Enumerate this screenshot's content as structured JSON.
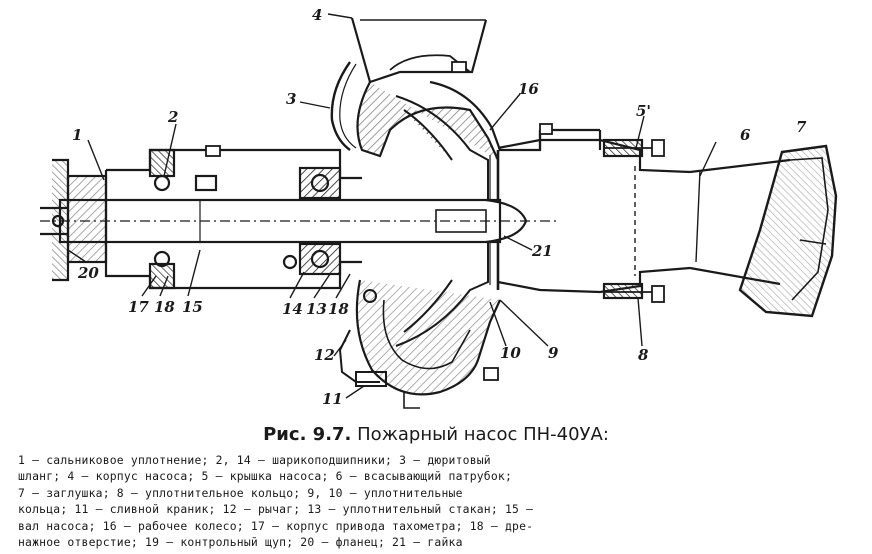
{
  "caption": {
    "fig_no": "Рис. 9.7.",
    "title": "Пожарный насос ПН-40УА:"
  },
  "legend_lines": [
    "1 — сальниковое уплотнение; 2, 14 — шарикоподшипники; 3 — дюритовый",
    "шланг; 4 — корпус насоса; 5 — крышка насоса; 6 — всасывающий патрубок;",
    "7 — заглушка; 8 — уплотнительное кольцо; 9, 10 — уплотнительные",
    "кольца; 11 — сливной краник; 12 — рычаг; 13 — уплотнительный стакан; 15 —",
    "вал насоса; 16 — рабочее колесо; 17 — корпус привода тахометра; 18 — дре-",
    "нажное отверстие; 19 — контрольный щуп; 20 — фланец; 21 — гайка"
  ],
  "callouts": {
    "c1": "1",
    "c2": "2",
    "c3": "3",
    "c4": "4",
    "c5": "5'",
    "c6": "6",
    "c7": "7",
    "c8": "8",
    "c9": "9",
    "c10": "10",
    "c11": "11",
    "c12": "12",
    "c13": "13",
    "c14": "14",
    "c15": "15",
    "c16": "16",
    "c17": "17",
    "c18": "18",
    "c20": "20",
    "c21": "21",
    "c18b": "18"
  }
}
